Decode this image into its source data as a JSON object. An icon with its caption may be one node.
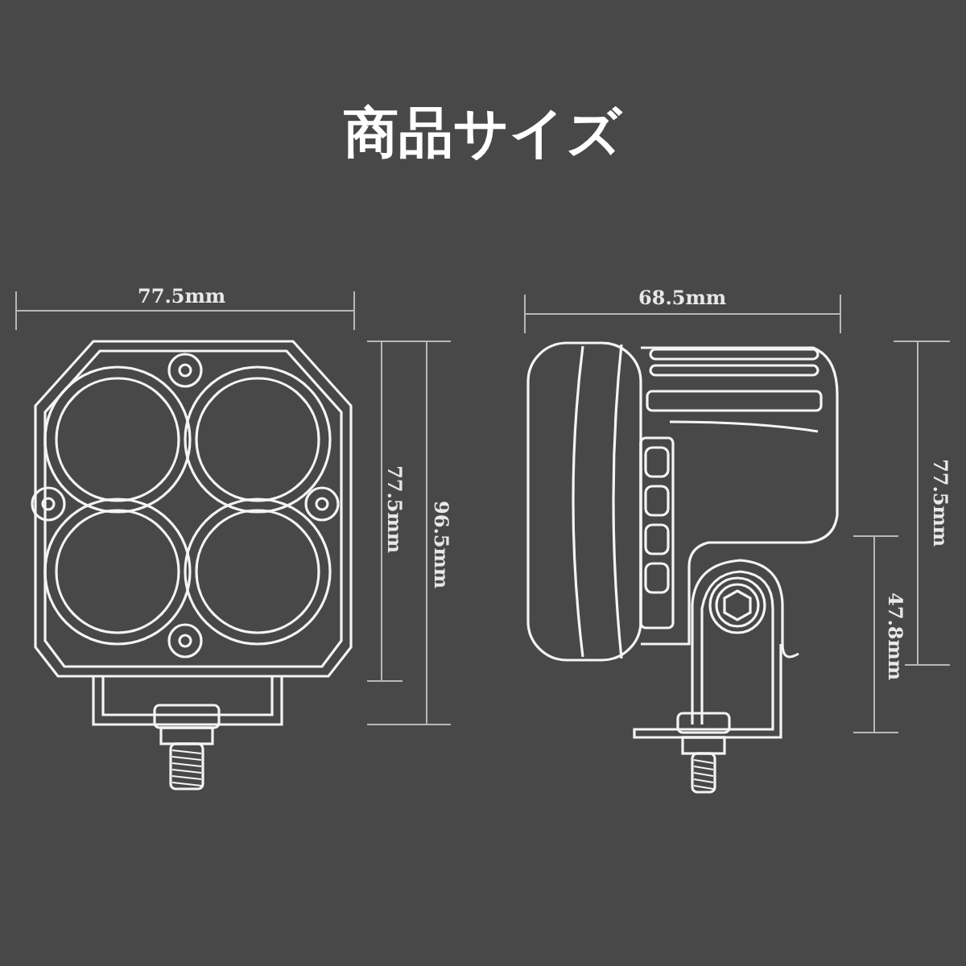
{
  "diagram": {
    "title": "商品サイズ",
    "labels": [
      "77.5mm",
      "68.5mm",
      "77.5mm",
      "96.5mm",
      "77.5mm",
      "47.8mm"
    ]
  }
}
